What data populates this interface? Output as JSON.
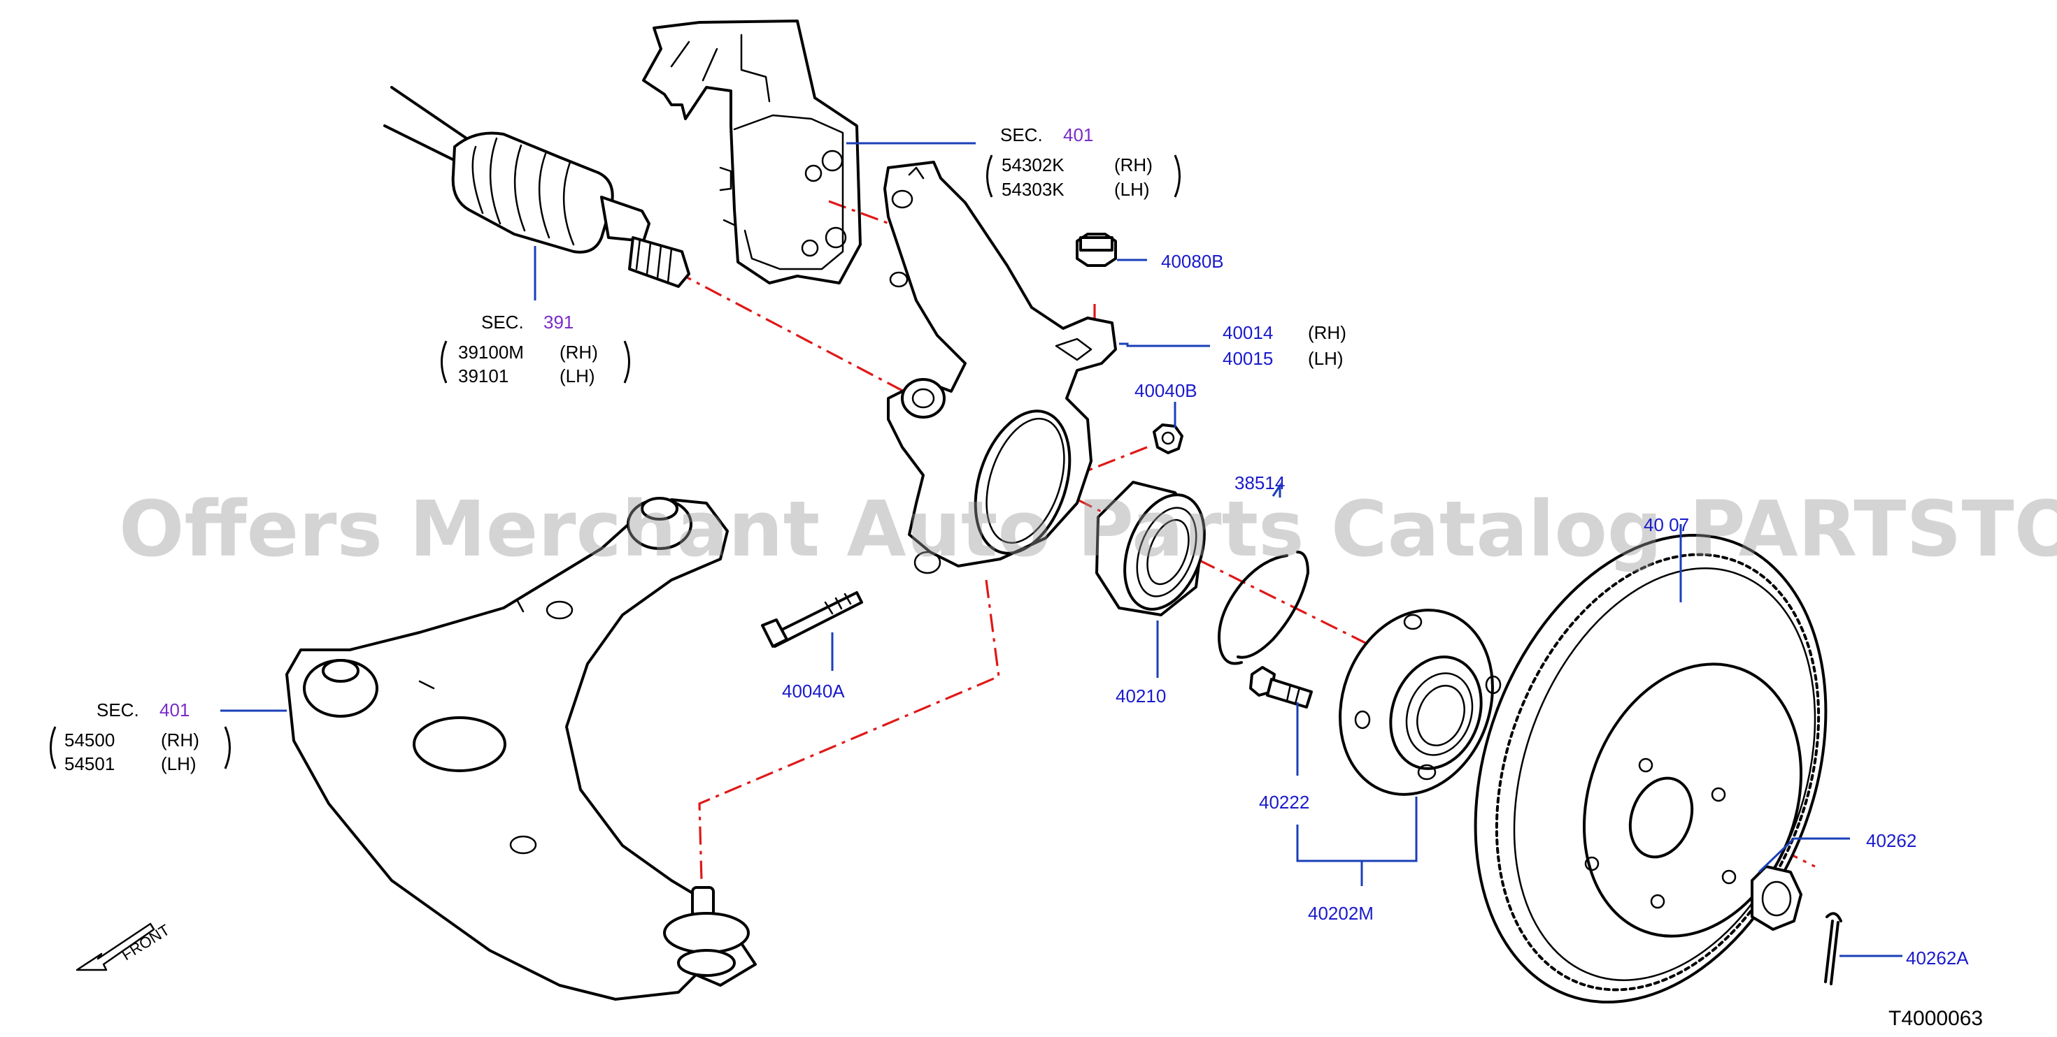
{
  "diagram_code": "T4000063",
  "watermark": "Offers Merchant Auto Parts Catalog PARTSTORE.SA",
  "front_label": "FRONT",
  "section_refs": {
    "strut": {
      "prefix": "SEC.",
      "number": "401",
      "rows": [
        [
          "54302K",
          "(RH)"
        ],
        [
          "54303K",
          "(LH)"
        ]
      ]
    },
    "drive_shaft": {
      "prefix": "SEC.",
      "number": "391",
      "rows": [
        [
          "39100M",
          "(RH)"
        ],
        [
          "39101",
          "(LH)"
        ]
      ]
    },
    "lower_arm": {
      "prefix": "SEC.",
      "number": "401",
      "rows": [
        [
          "54500",
          "(RH)"
        ],
        [
          "54501",
          "(LH)"
        ]
      ]
    }
  },
  "parts": {
    "p40080B": "40080B",
    "p40014": "40014",
    "p40014_side": "(RH)",
    "p40015": "40015",
    "p40015_side": "(LH)",
    "p40040B": "40040B",
    "p38514": "38514",
    "p40207": "40 07",
    "p40040A": "40040A",
    "p40210": "40210",
    "p40222": "40222",
    "p40202M": "40202M",
    "p40262": "40262",
    "p40262A": "40262A"
  },
  "colors": {
    "part_number": "#1a1acc",
    "section_number": "#7a2cc8",
    "leader": "#1a3fb8",
    "center_line": "#e01818",
    "line_art": "#000000"
  }
}
